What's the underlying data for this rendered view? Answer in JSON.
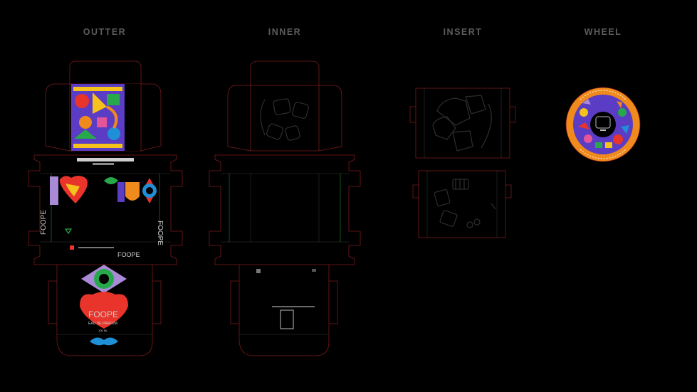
{
  "sections": {
    "outter": "OUTTER",
    "inner": "INNER",
    "insert": "INSERT",
    "wheel": "WHEEL"
  },
  "outter_panel": {
    "brand": "FOOPE",
    "side_brand_left": "FOOPE",
    "side_brand_right": "FOOPE",
    "bottom_brand_right": "FOOPE",
    "front_subtitle": "EAU DE PARFUM",
    "front_volume": "100 ML"
  },
  "colors": {
    "purple": "#5b3cc4",
    "red": "#e8342a",
    "orange": "#f08a1c",
    "green": "#27a84a",
    "yellow": "#f4c21b",
    "blue": "#1f8fd6",
    "pink": "#e4559a",
    "lilac": "#a98ad6"
  }
}
